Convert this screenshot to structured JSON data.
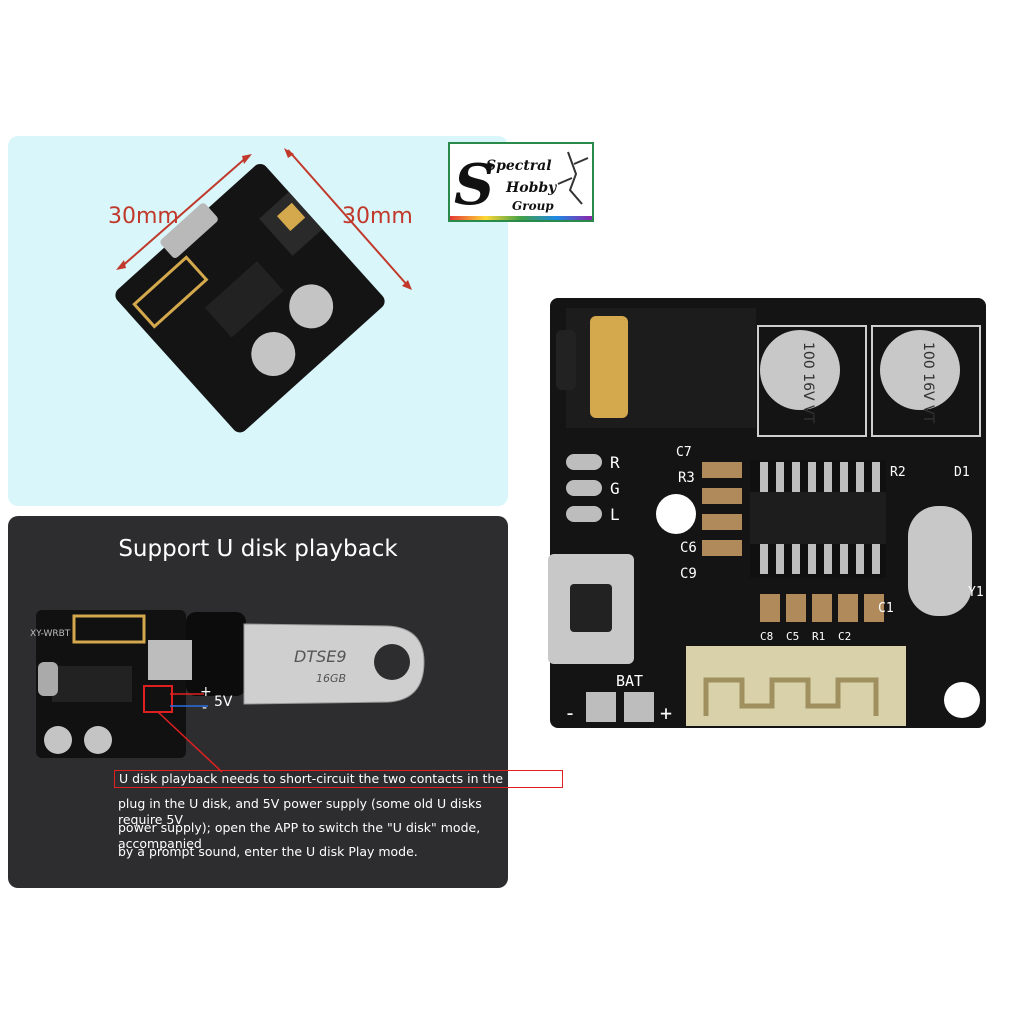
{
  "top_panel": {
    "dimension_left": "30mm",
    "dimension_right": "30mm"
  },
  "logo": {
    "line1": "Spectral",
    "line2": "Hobby",
    "line3": "Group"
  },
  "usb_panel": {
    "title": "Support U disk playback",
    "plus_label": "+",
    "minus_label": "-",
    "voltage_label": "5V",
    "usb_stick_brand": "DTSE9",
    "usb_stick_size": "16GB",
    "board_label": "XY-WRBT",
    "note_line1": "U disk playback needs to short-circuit the two contacts in the red box,",
    "note_line2": "plug in the U disk, and 5V power supply (some old U disks require 5V",
    "note_line3": "power supply); open the APP to switch the \"U disk\" mode, accompanied",
    "note_line4": "by a prompt sound, enter the U disk Play mode."
  },
  "board_photo": {
    "cap_text": "100 16V VT",
    "silkscreen": {
      "c7": "C7",
      "r3": "R3",
      "c6": "C6",
      "c9": "C9",
      "r": "R",
      "g": "G",
      "l": "L",
      "r2": "R2",
      "d1": "D1",
      "y1": "Y1",
      "c1": "C1",
      "c8": "C8",
      "c5": "C5",
      "r1": "R1",
      "c2": "C2",
      "bat": "BAT",
      "minus": "-",
      "plus": "+"
    }
  },
  "colors": {
    "dimension_red": "#c0392b",
    "panel_cyan": "#d9f6fb",
    "panel_dark": "#2d2d2f",
    "pcb_black": "#141414",
    "gold": "#d4a84c"
  }
}
